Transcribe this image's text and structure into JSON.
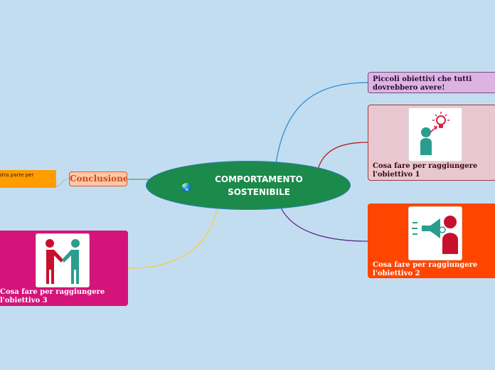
{
  "map": {
    "central_topic": "COMPORTAMENTO SOSTENIBILE",
    "central_icon": "globe-icon",
    "topics": {
      "piccoli_obiettivi": "Piccoli obiettivi che tutti dovrebbero avere!",
      "obiettivo_1": "Cosa fare per raggiungere l'obiettivo 1",
      "obiettivo_2": "Cosa fare per raggiungere l'obiettivo 2",
      "obiettivo_3": "Cosa fare per raggiungere l'obiettivo 3",
      "conclusione": "Conclusione",
      "conclusione_child": "stra parte per"
    },
    "icons": {
      "obiettivo_1": "person-idea-icon",
      "obiettivo_2": "person-megaphone-icon",
      "obiettivo_3": "handshake-icon"
    },
    "colors": {
      "background": "#c3ddf0",
      "central": "#1b8a4a",
      "piccoli_obiettivi": "#dcb4e2",
      "obiettivo_1": "#e9c7d0",
      "obiettivo_2": "#ff4500",
      "obiettivo_3": "#d4147a",
      "conclusione": "#ffc7a8",
      "conclusione_child": "#ff9c00",
      "line_piccoli": "#2a8fd8",
      "line_obj1": "#b22222",
      "line_obj2": "#5a2a8a",
      "line_obj3": "#f0d040",
      "line_conclusione": "#5aa048"
    }
  }
}
